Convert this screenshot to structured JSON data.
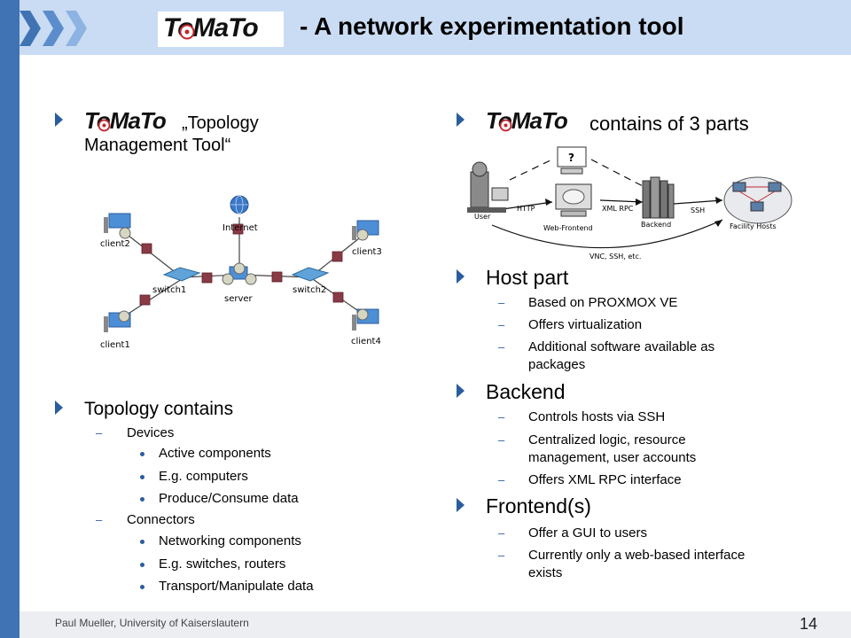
{
  "header": {
    "logo_text": "ToMaTo",
    "title": "- A network experimentation tool"
  },
  "left": {
    "intro": {
      "logo_text": "ToMaTo",
      "line1": "„Topology",
      "line2": "Management Tool“"
    },
    "diagram_labels": {
      "internet": "Internet",
      "client2": "client2",
      "client3": "client3",
      "client1": "client1",
      "client4": "client4",
      "switch1": "switch1",
      "switch2": "switch2",
      "server": "server"
    },
    "topology": {
      "heading": "Topology contains",
      "devices": "Devices",
      "devices_items": [
        "Active components",
        "E.g. computers",
        "Produce/Consume data"
      ],
      "connectors": "Connectors",
      "connectors_items": [
        "Networking components",
        "E.g. switches, routers",
        "Transport/Manipulate data"
      ]
    }
  },
  "right": {
    "parts": {
      "logo_text": "ToMaTo",
      "text": "contains of 3 parts"
    },
    "diagram_labels": {
      "user": "User",
      "http": "HTTP",
      "web_frontend": "Web-Frontend",
      "xml_rpc": "XML RPC",
      "backend": "Backend",
      "ssh": "SSH",
      "facility_hosts": "Facility Hosts",
      "vnc": "VNC, SSH, etc.",
      "question": "?"
    },
    "host": {
      "heading": "Host part",
      "items": [
        "Based on PROXMOX VE",
        "Offers virtualization",
        "Additional software available as",
        "packages"
      ]
    },
    "backend": {
      "heading": "Backend",
      "items": [
        "Controls hosts via SSH",
        "Centralized logic, resource",
        "management, user accounts",
        "Offers XML RPC interface"
      ]
    },
    "frontend": {
      "heading": "Frontend(s)",
      "items": [
        "Offer a GUI to users",
        "Currently only a web-based interface",
        "exists"
      ]
    }
  },
  "footer": {
    "author": "Paul Mueller,  University of Kaiserslautern",
    "page": "14"
  },
  "colors": {
    "accent": "#3f73b4",
    "header_bg": "#c9dcf3",
    "bullet": "#2a5d9e",
    "logo_red": "#c0272d"
  }
}
